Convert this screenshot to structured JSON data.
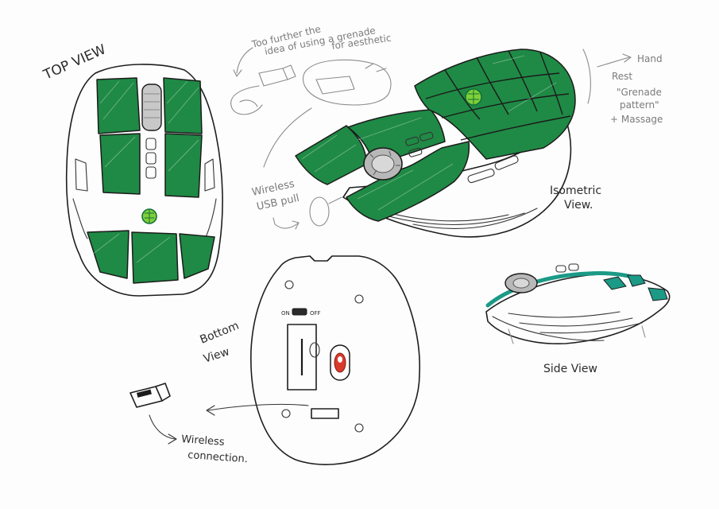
{
  "labels": {
    "top_view": "TOP VIEW",
    "note_grenade_1": "Too further the",
    "note_grenade_2": "idea of using a grenade",
    "note_grenade_3": "for aesthetic",
    "hand_rest_1": "Hand",
    "hand_rest_2": "Rest",
    "hand_rest_3": "\"Grenade",
    "hand_rest_4": "pattern\"",
    "hand_rest_5": "+ Massage",
    "wireless_usb_1": "Wireless",
    "wireless_usb_2": "USB pull",
    "isometric_1": "Isometric",
    "isometric_2": "View.",
    "bottom_1": "Bottom",
    "bottom_2": "View",
    "on_label": "ON",
    "off_label": "OFF",
    "side_view": "Side View",
    "wireless_conn_1": "Wireless",
    "wireless_conn_2": "connection."
  },
  "colors": {
    "green_marker": "#1f8a45",
    "green_dark": "#127238",
    "teal_marker": "#1b9a86",
    "red_marker": "#d83a2c",
    "wheel_grey": "#8a8a8a",
    "lime": "#7fcf38"
  }
}
